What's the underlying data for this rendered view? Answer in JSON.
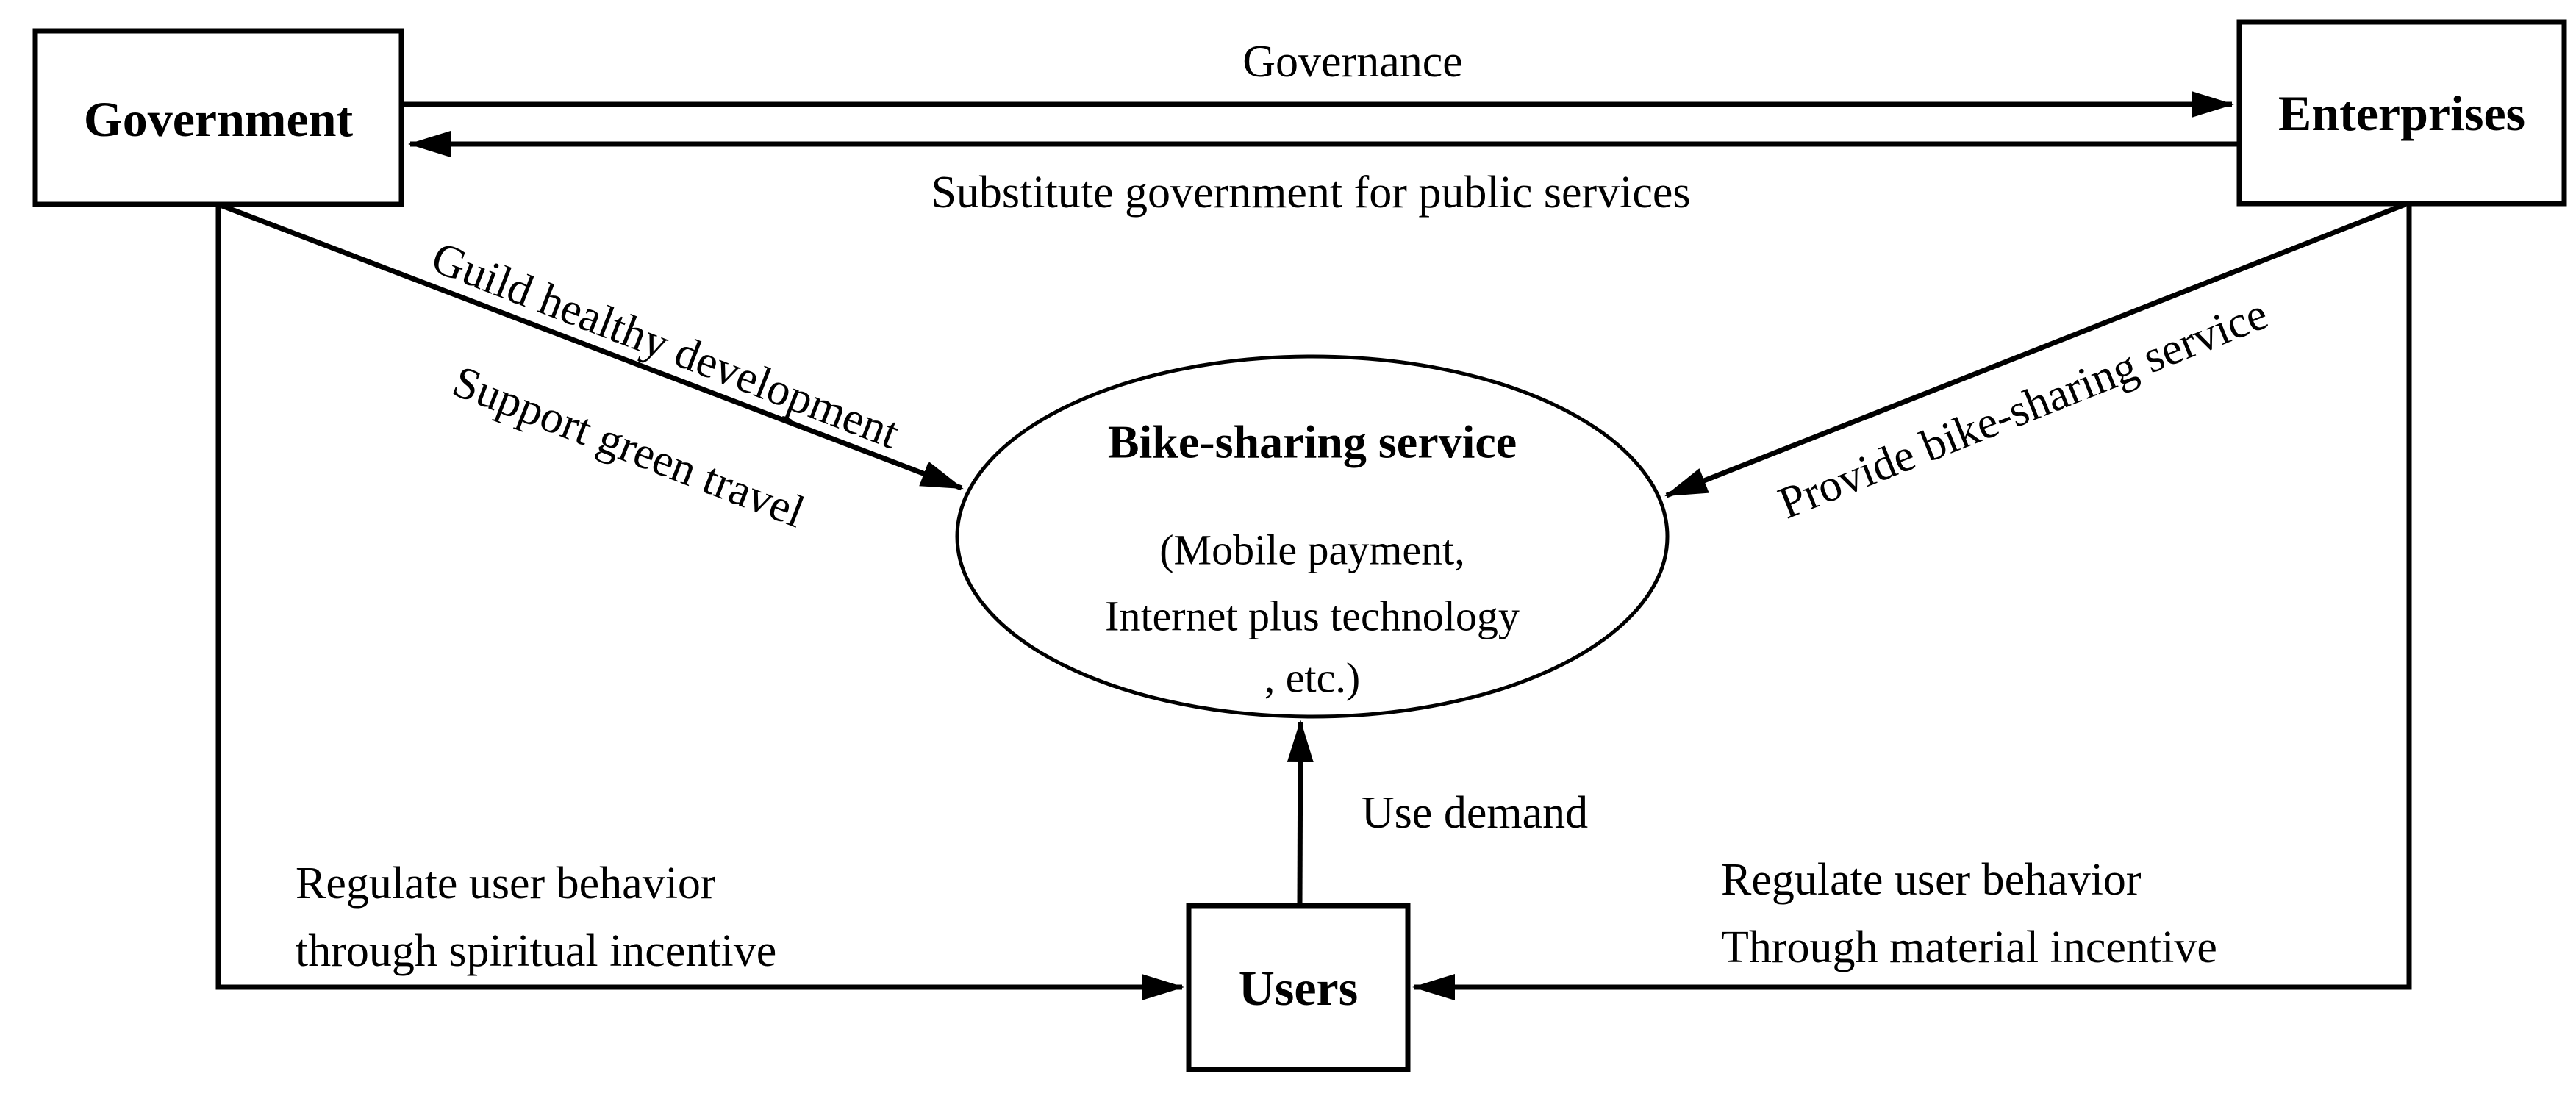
{
  "diagram": {
    "background_color": "#ffffff",
    "stroke_color": "#000000",
    "nodes": {
      "government": {
        "label": "Government"
      },
      "enterprises": {
        "label": "Enterprises"
      },
      "users": {
        "label": "Users"
      },
      "bike_sharing_service": {
        "title": "Bike-sharing service",
        "detail_lines": [
          "(Mobile payment,",
          "Internet plus technology",
          ", etc.)"
        ]
      }
    },
    "edges": {
      "governance": {
        "label": "Governance",
        "from": "Government",
        "to": "Enterprises"
      },
      "substitute": {
        "label": "Substitute government for public services",
        "from": "Enterprises",
        "to": "Government"
      },
      "guide": {
        "label_line1": "Guild healthy development",
        "label_line2": "Support green travel",
        "from": "Government",
        "to": "Bike-sharing service"
      },
      "provide": {
        "label": "Provide bike-sharing service",
        "from": "Enterprises",
        "to": "Bike-sharing service"
      },
      "use_demand": {
        "label": "Use demand",
        "from": "Users",
        "to": "Bike-sharing service"
      },
      "spiritual": {
        "label_line1": "Regulate user behavior",
        "label_line2": "through spiritual incentive",
        "from": "Government",
        "to": "Users"
      },
      "material": {
        "label_line1": "Regulate user behavior",
        "label_line2": "Through material incentive",
        "from": "Enterprises",
        "to": "Users"
      }
    }
  }
}
